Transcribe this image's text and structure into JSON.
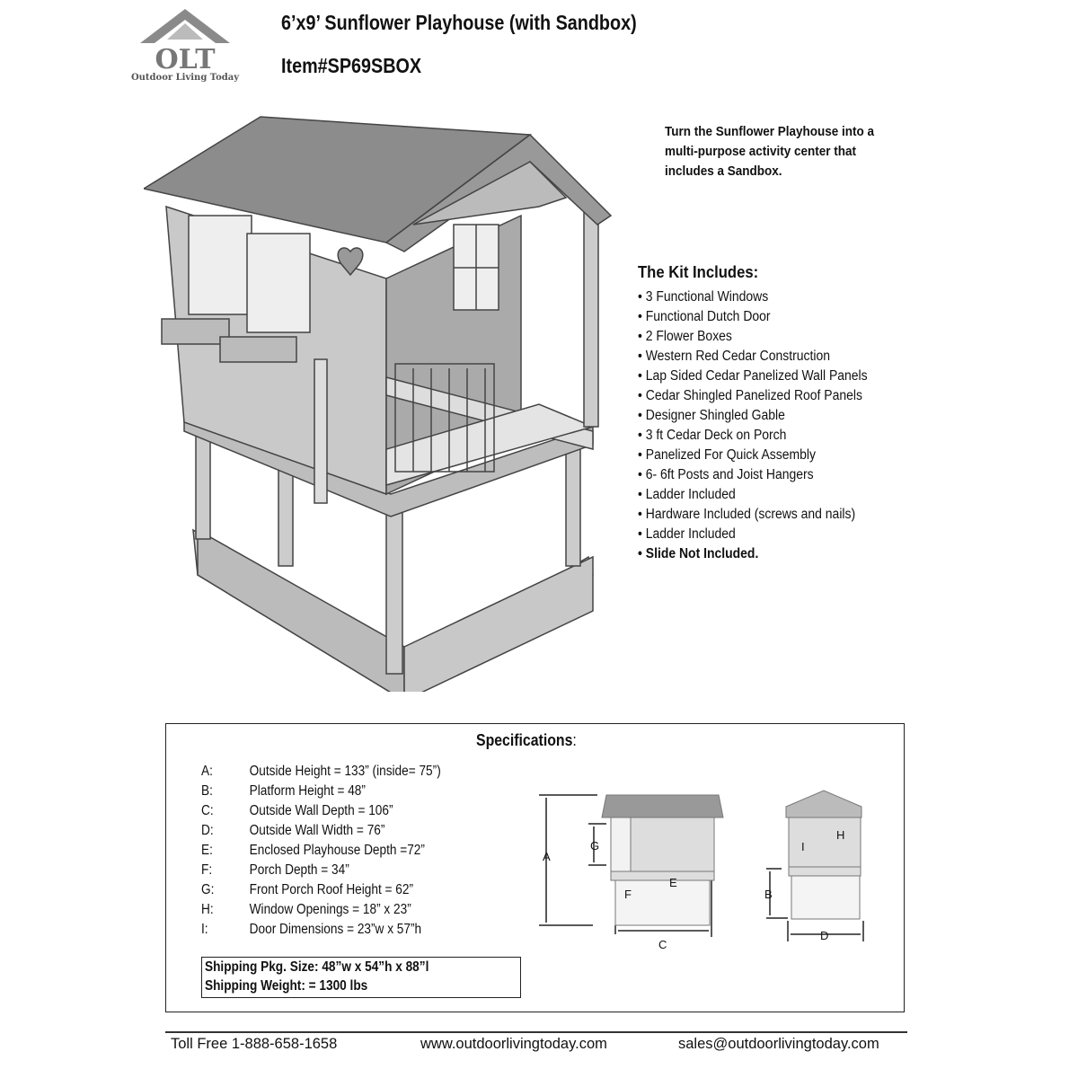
{
  "logo": {
    "mark": "OLT",
    "name": "Outdoor Living Today"
  },
  "header": {
    "title": "6’x9’ Sunflower Playhouse (with Sandbox)",
    "item": "Item#SP69SBOX"
  },
  "intro": "Turn the Sunflower Playhouse into a multi-purpose activity center that includes a Sandbox.",
  "kit": {
    "heading": "The Kit Includes:",
    "items": [
      {
        "label": "•  3 Functional Windows",
        "bold": false
      },
      {
        "label": "•  Functional Dutch Door",
        "bold": false
      },
      {
        "label": "•  2 Flower Boxes",
        "bold": false
      },
      {
        "label": "•  Western Red Cedar Construction",
        "bold": false
      },
      {
        "label": "•  Lap Sided Cedar Panelized Wall Panels",
        "bold": false
      },
      {
        "label": "•  Cedar Shingled Panelized Roof Panels",
        "bold": false
      },
      {
        "label": "•  Designer Shingled Gable",
        "bold": false
      },
      {
        "label": "•  3 ft Cedar Deck on Porch",
        "bold": false
      },
      {
        "label": "•  Panelized For Quick Assembly",
        "bold": false
      },
      {
        "label": "•  6- 6ft Posts and Joist Hangers",
        "bold": false
      },
      {
        "label": "•  Ladder Included",
        "bold": false
      },
      {
        "label": "•  Hardware Included (screws and nails)",
        "bold": false
      },
      {
        "label": "• Ladder Included",
        "bold": false
      },
      {
        "label": "• Slide Not Included.",
        "bold": true
      }
    ]
  },
  "specs": {
    "heading": "Specifications",
    "colon": ":",
    "rows": [
      {
        "key": "A:",
        "value": "Outside Height = 133” (inside= 75”)"
      },
      {
        "key": "B:",
        "value": "Platform Height = 48”"
      },
      {
        "key": "C:",
        "value": "Outside Wall Depth = 106”"
      },
      {
        "key": "D:",
        "value": "Outside Wall Width = 76”"
      },
      {
        "key": "E:",
        "value": "Enclosed Playhouse Depth =72”"
      },
      {
        "key": "F:",
        "value": "Porch Depth = 34”"
      },
      {
        "key": "G:",
        "value": "Front Porch Roof Height = 62”"
      },
      {
        "key": "H:",
        "value": "Window Openings = 18” x 23”"
      },
      {
        "key": "I:",
        "value": "Door Dimensions = 23”w x 57”h"
      }
    ],
    "shipping_size": "Shipping Pkg. Size:  48”w x 54”h x 88”l",
    "shipping_weight": "Shipping Weight: = 1300 lbs",
    "diagram_labels": {
      "a": "A",
      "b": "B",
      "c": "C",
      "d": "D",
      "e": "E",
      "f": "F",
      "g": "G",
      "h": "H",
      "i": "I"
    }
  },
  "footer": {
    "phone": "Toll Free 1-888-658-1658",
    "website": "www.outdoorlivingtoday.com",
    "email": "sales@outdoorlivingtoday.com"
  }
}
